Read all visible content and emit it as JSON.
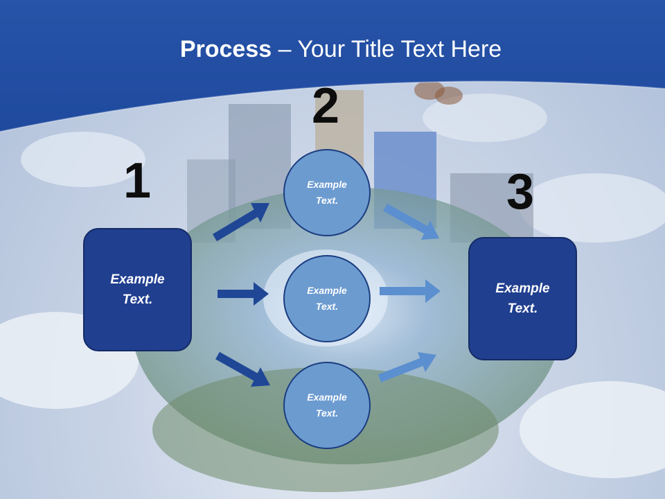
{
  "slide": {
    "title_bold": "Process",
    "title_rest": " – Your Title Text Here",
    "numbers": [
      "1",
      "2",
      "3"
    ],
    "box_left": "Example Text.",
    "box_right": "Example Text.",
    "circles": [
      "Example Text.",
      "Example Text.",
      "Example Text."
    ]
  },
  "colors": {
    "header": "#2a55a8",
    "box_fill": "#203f8f",
    "circle_fill": "#6c9bd0",
    "arrow_dark": "#1f4796",
    "arrow_light": "#5b8fcf"
  }
}
